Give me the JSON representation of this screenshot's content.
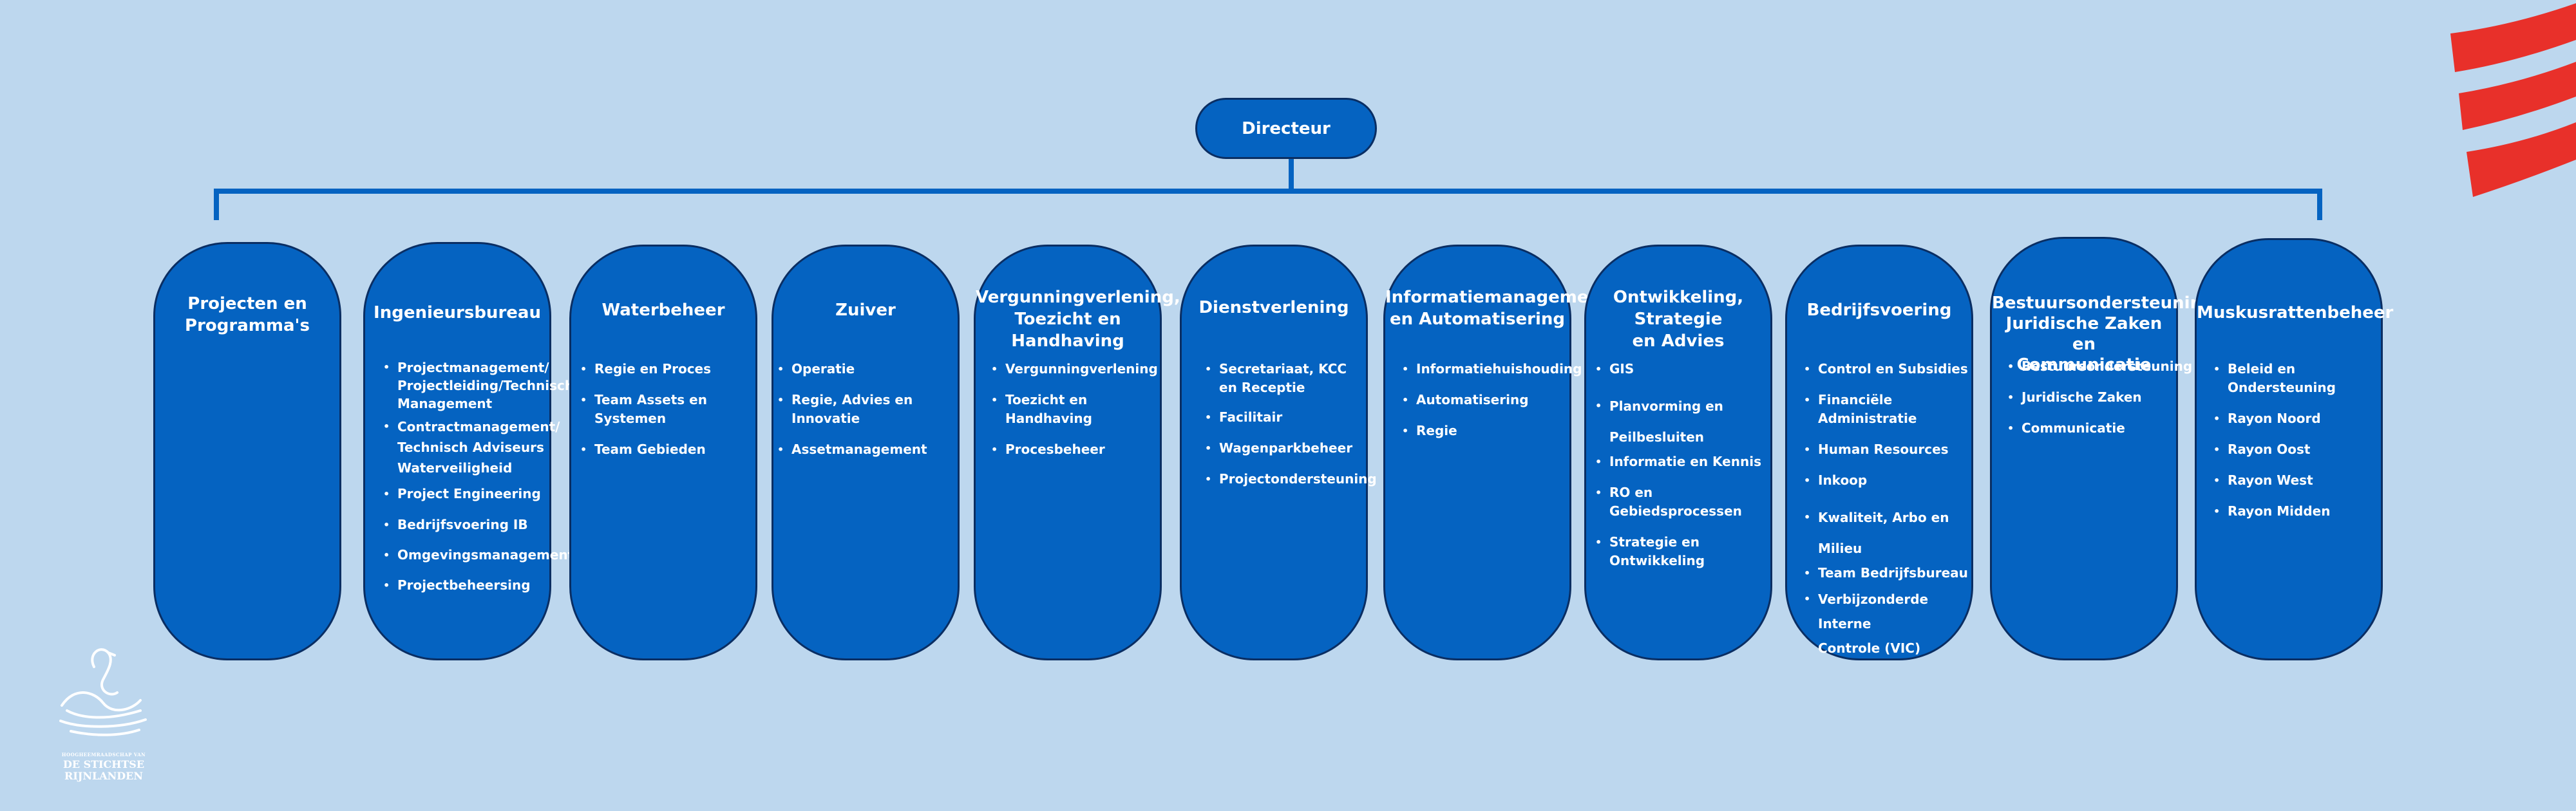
{
  "director": {
    "label": "Directeur"
  },
  "departments": [
    {
      "title": "Projecten en\nProgramma's",
      "items": []
    },
    {
      "title": "Ingenieursbureau",
      "items": [
        "Projectmanagement/\nProjectleiding/Technisch\nManagement",
        "Contractmanagement/\nTechnisch Adviseurs\nWaterveiligheid",
        "Project Engineering",
        "Bedrijfsvoering IB",
        "Omgevingsmanagement",
        "Projectbeheersing"
      ]
    },
    {
      "title": "Waterbeheer",
      "items": [
        "Regie en Proces",
        "Team Assets en Systemen",
        "Team Gebieden"
      ]
    },
    {
      "title": "Zuiver",
      "items": [
        "Operatie",
        "Regie, Advies en Innovatie",
        "Assetmanagement"
      ]
    },
    {
      "title": "Vergunningverlening,\nToezicht en Handhaving",
      "items": [
        "Vergunningverlening",
        "Toezicht en Handhaving",
        "Procesbeheer"
      ]
    },
    {
      "title": "Dienstverlening",
      "items": [
        "Secretariaat, KCC\nen Receptie",
        "Facilitair",
        "Wagenparkbeheer",
        "Projectondersteuning"
      ]
    },
    {
      "title": "Informatiemanagement\nen Automatisering",
      "items": [
        "Informatiehuishouding",
        "Automatisering",
        "Regie"
      ]
    },
    {
      "title": "Ontwikkeling, Strategie\nen Advies",
      "items": [
        "GIS",
        "Planvorming en\nPeilbesluiten",
        "Informatie en Kennis",
        "RO en Gebiedsprocessen",
        "Strategie en Ontwikkeling"
      ]
    },
    {
      "title": "Bedrijfsvoering",
      "items": [
        "Control en Subsidies",
        "Financiële Administratie",
        "Human Resources",
        "Inkoop",
        "Kwaliteit, Arbo en\nMilieu",
        "Team Bedrijfsbureau",
        "Verbijzonderde Interne\nControle (VIC)"
      ]
    },
    {
      "title": "Bestuursondersteuning,\nJuridische Zaken en\nCommunicatie",
      "items": [
        "Bestuursondersteuning",
        "Juridische Zaken",
        "Communicatie"
      ]
    },
    {
      "title": "Muskusrattenbeheer",
      "items": [
        "Beleid en Ondersteuning",
        "Rayon Noord",
        "Rayon Oost",
        "Rayon West",
        "Rayon Midden"
      ]
    }
  ],
  "logo": {
    "line1": "HOOGHEEMRAADSCHAP VAN",
    "line2": "DE STICHTSE",
    "line3": "RIJNLANDEN"
  },
  "colors": {
    "background": "#bdd7ee",
    "box": "#0563c1",
    "border": "#0a2e63",
    "connector": "#0563c1",
    "accent": "#e8302a"
  }
}
